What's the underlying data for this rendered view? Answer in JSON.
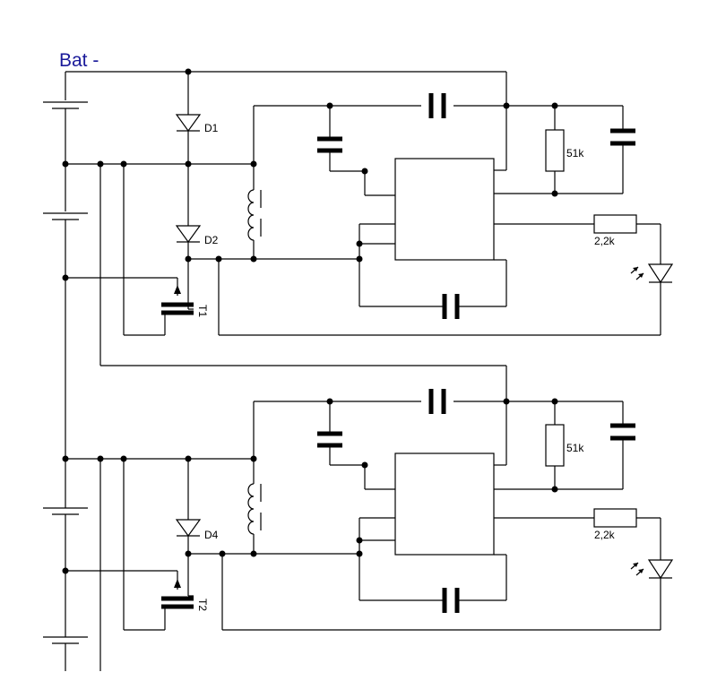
{
  "labels": {
    "title": "Bat -",
    "d1": "D1",
    "d2": "D2",
    "d4": "D4",
    "t1": "T1",
    "t2": "T2",
    "r_top_timing": "51k",
    "r_bottom_timing": "51k",
    "r_top_led": "2,2k",
    "r_bottom_led": "2,2k"
  },
  "colors": {
    "title": "#1a1a9a",
    "wire": "#000000"
  }
}
